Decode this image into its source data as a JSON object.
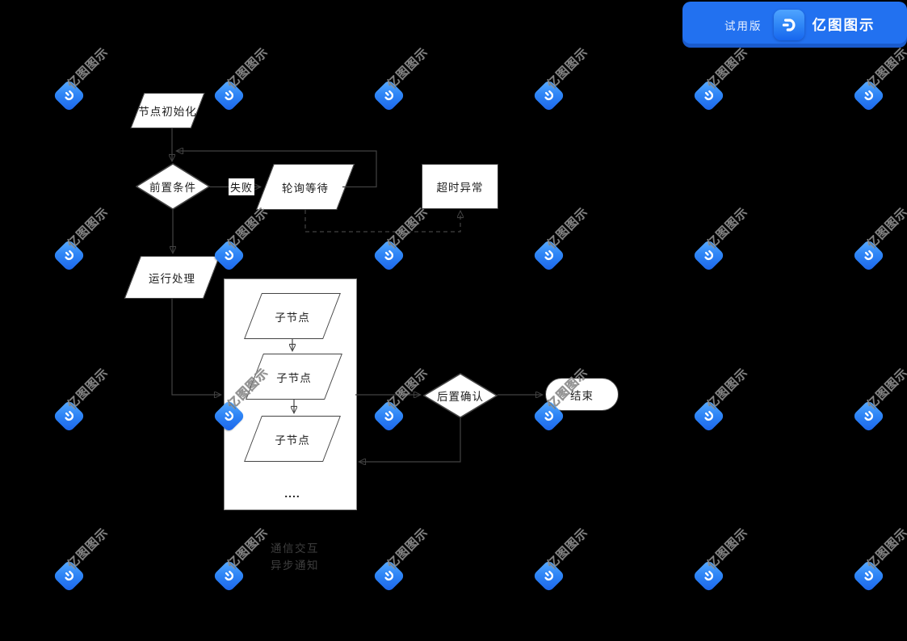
{
  "app": {
    "trial_label": "试用版",
    "brand": "亿图图示"
  },
  "watermark": {
    "text": "亿图图示"
  },
  "flowchart": {
    "nodes": {
      "init": "节点初始化",
      "precondition": "前置条件",
      "fail_label": "失败",
      "poll_wait": "轮询等待",
      "timeout": "超时异常",
      "run": "运行处理",
      "sub1": "子节点",
      "sub2": "子节点",
      "sub3": "子节点",
      "ellipsis": "....",
      "post_confirm": "后置确认",
      "end": "结束"
    },
    "legend": {
      "line1": "通信交互",
      "line2": "异步通知"
    },
    "colors": {
      "background": "#000000",
      "shape_fill": "#ffffff",
      "shape_border": "#454545",
      "connector": "#424242",
      "node_text": "#1f1f1f",
      "legend_text": "#3e3e3e",
      "watermark_gray": "#949494",
      "banner_blue": "#2271f0",
      "logo_gradient_top": "#4fa4ff",
      "logo_gradient_bottom": "#1766ee"
    }
  }
}
